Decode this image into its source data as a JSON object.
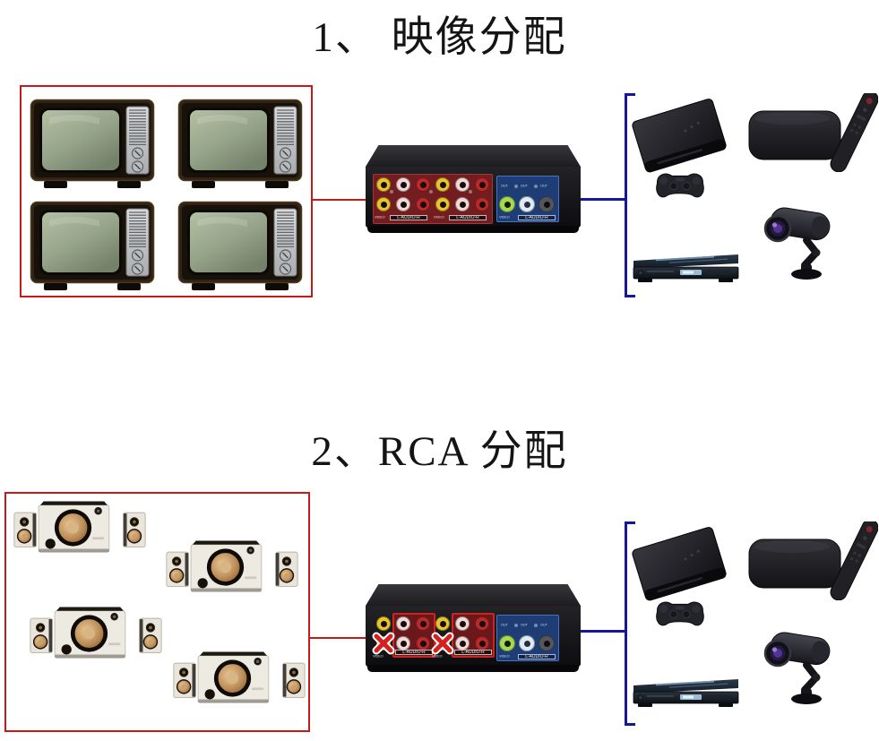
{
  "titles": {
    "section1": "1、 映像分配",
    "section2": "2、RCA 分配"
  },
  "switch": {
    "out_label": "OUT",
    "video_label": "VIDEO",
    "audio_bar_label": "L-AUDIO-R"
  },
  "colors": {
    "highlight_red": "#c61a1a",
    "connector_blue": "#17179c",
    "input_panel_red": "#731d20",
    "output_panel_blue": "#1e3d75",
    "jack_yellow": "#e7c52f",
    "jack_white": "#f0d9d6",
    "jack_red": "#bb2a2a",
    "jack_green": "#a6d94e",
    "jack_light_blue": "#dfeaf5",
    "jack_black": "#55555e"
  },
  "graphics": {
    "section1_left": "four-retro-televisions",
    "section1_center": "av-switch-rear-panel",
    "section1_right": [
      "game-console-with-controller",
      "streaming-box-with-remote",
      "dvd-player",
      "security-camera"
    ],
    "section2_left": "four-speaker-systems",
    "section2_center": "av-switch-rear-panel-video-crossed-out",
    "section2_right": [
      "game-console-with-controller",
      "streaming-box-with-remote",
      "dvd-player",
      "security-camera"
    ]
  }
}
